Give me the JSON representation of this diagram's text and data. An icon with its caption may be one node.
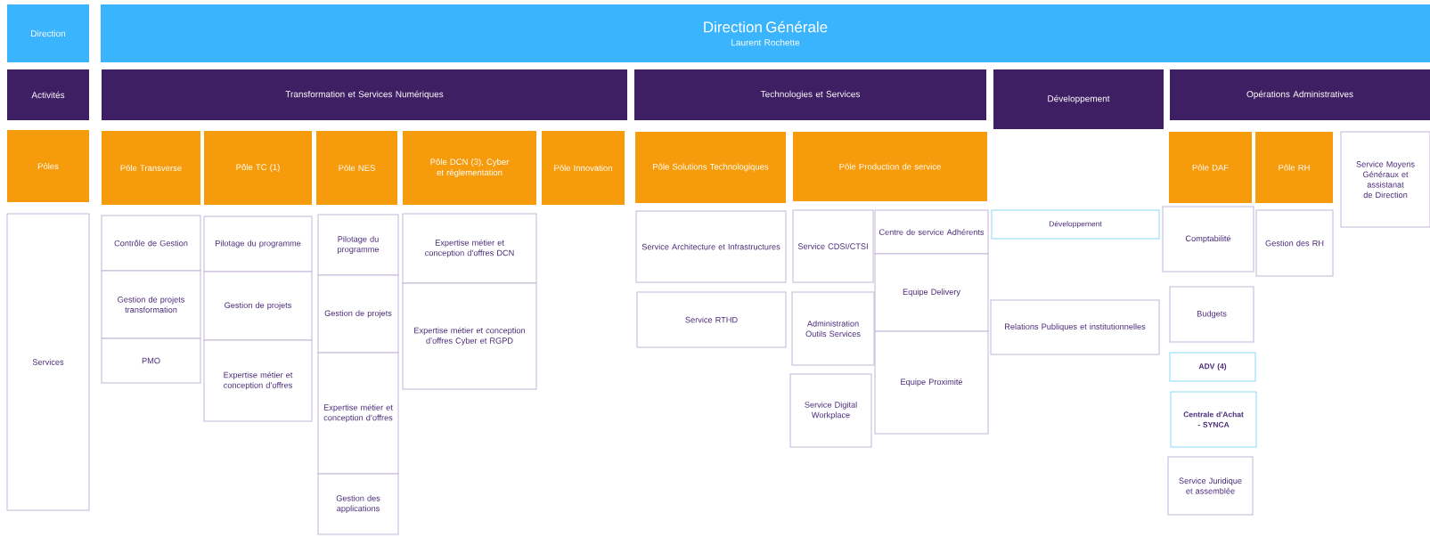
{
  "diagram": {
    "nodes": [
      {
        "text": [
          "Direction"
        ]
      },
      {
        "text": [
          "Direction Générale",
          "Laurent Rochette"
        ]
      },
      {
        "text": [
          "Activités"
        ]
      },
      {
        "text": [
          "Transformation et Services Numériques"
        ]
      },
      {
        "text": [
          "Technologies et Services"
        ]
      },
      {
        "text": [
          "Développement"
        ]
      },
      {
        "text": [
          "Opérations Administratives"
        ]
      },
      {
        "text": [
          "Pôles"
        ]
      },
      {
        "text": [
          "Pôle Transverse"
        ]
      },
      {
        "text": [
          "Pôle TC (1)"
        ]
      },
      {
        "text": [
          "Pôle NES"
        ]
      },
      {
        "text": [
          "Pôle DCN (3), Cyber et réglementation"
        ]
      },
      {
        "text": [
          "Pôle Innovation"
        ]
      },
      {
        "text": [
          "Pôle Solutions Technologiques"
        ]
      },
      {
        "text": [
          "Pôle Production de service"
        ]
      },
      {
        "text": [
          "Pôle DAF"
        ]
      },
      {
        "text": [
          "Pôle RH"
        ]
      },
      {
        "text": [
          "Service Moyens Généraux et assistanat de Direction"
        ]
      },
      {
        "text": [
          "Services"
        ]
      },
      {
        "text": [
          "Contrôle de Gestion"
        ]
      },
      {
        "text": [
          "Gestion de projets transformation"
        ]
      },
      {
        "text": [
          "PMO"
        ]
      },
      {
        "text": [
          "Pilotage du programme"
        ]
      },
      {
        "text": [
          "Gestion de projets"
        ]
      },
      {
        "text": [
          "Expertise métier et conception d’offres"
        ]
      },
      {
        "text": [
          "Pilotage du programme"
        ]
      },
      {
        "text": [
          "Gestion de projets"
        ]
      },
      {
        "text": [
          "Expertise métier et conception d’offres"
        ]
      },
      {
        "text": [
          "Gestion des applications"
        ]
      },
      {
        "text": [
          "Expertise métier et conception d’offres DCN"
        ]
      },
      {
        "text": [
          "Expertise métier et conception d’offres Cyber et RGPD"
        ]
      },
      {
        "text": [
          "Service Architecture et Infrastructures"
        ]
      },
      {
        "text": [
          "Service RTHD"
        ]
      },
      {
        "text": [
          "Service CDSI/CTSI"
        ]
      },
      {
        "text": [
          "Administration Outils Services"
        ]
      },
      {
        "text": [
          "Service Digital Workplace"
        ]
      },
      {
        "text": [
          "Centre de service Adhérents"
        ]
      },
      {
        "text": [
          "Equipe Delivery"
        ]
      },
      {
        "text": [
          "Equipe Proximité"
        ]
      },
      {
        "text": [
          "Développement"
        ]
      },
      {
        "text": [
          "Relations Publiques et institutionnelles"
        ]
      },
      {
        "text": [
          "Comptabilité"
        ]
      },
      {
        "text": [
          "Budgets"
        ]
      },
      {
        "text": [
          "ADV (4)"
        ]
      },
      {
        "text": [
          "Centrale d'Achat - SYNCA"
        ]
      },
      {
        "text": [
          "Service Juridique et assemblée"
        ]
      },
      {
        "text": [
          "Gestion des RH"
        ]
      }
    ]
  }
}
